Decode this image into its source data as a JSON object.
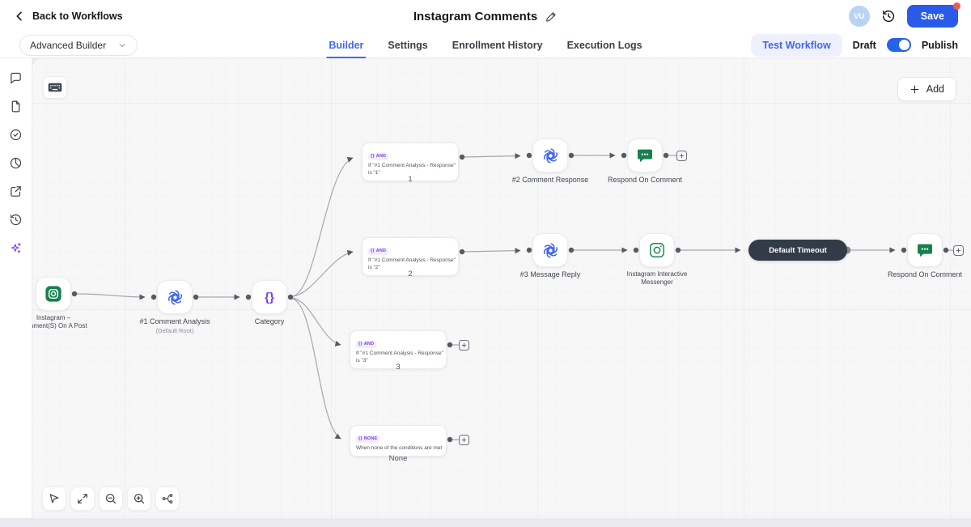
{
  "header": {
    "back_label": "Back to Workflows",
    "title": "Instagram Comments",
    "avatar_initials": "VU",
    "save_label": "Save"
  },
  "toolbar": {
    "builder_mode": "Advanced Builder",
    "tabs": [
      {
        "label": "Builder",
        "active": true
      },
      {
        "label": "Settings",
        "active": false
      },
      {
        "label": "Enrollment History",
        "active": false
      },
      {
        "label": "Execution Logs",
        "active": false
      }
    ],
    "test_workflow_label": "Test Workflow",
    "draft_label": "Draft",
    "publish_label": "Publish",
    "publish_state": "on"
  },
  "sidebar": {
    "icons": [
      "comment-icon",
      "file-icon",
      "check-circle-icon",
      "pie-chart-icon",
      "external-link-icon",
      "history-icon",
      "sparkles-icon"
    ]
  },
  "canvas": {
    "add_button_label": "Add",
    "nodes": {
      "instagram_trigger": {
        "icon": "instagram-icon",
        "label_line1": "Instagram –",
        "label_line2": "Comment(S) On A Post"
      },
      "comment_analysis": {
        "icon": "openai-icon",
        "label": "#1 Comment Analysis",
        "sublabel": "(Default Root)"
      },
      "category": {
        "icon_text": "{}",
        "label": "Category"
      },
      "cond1": {
        "badge_icon": "{}",
        "badge": "AND",
        "line1": "If \"#1 Comment Analysis - Response\"",
        "line2": "is \"1\"",
        "branch_label": "1"
      },
      "cond2": {
        "badge_icon": "{}",
        "badge": "AND",
        "line1": "If \"#1 Comment Analysis - Response\"",
        "line2": "is \"2\"",
        "branch_label": "2"
      },
      "cond3": {
        "badge_icon": "{}",
        "badge": "AND",
        "line1": "If \"#1 Comment Analysis - Response\"",
        "line2": "is \"3\"",
        "branch_label": "3"
      },
      "cond_none": {
        "badge_icon": "{}",
        "badge": "NONE",
        "line1": "When none of the conditions are met",
        "branch_label": "None"
      },
      "comment_response": {
        "icon": "openai-icon",
        "label": "#2 Comment Response"
      },
      "respond_on_comment_1": {
        "icon": "chat-bubble-icon",
        "label": "Respond On Comment"
      },
      "message_reply": {
        "icon": "openai-icon",
        "label": "#3 Message Reply"
      },
      "instagram_messenger": {
        "icon": "instagram-outline-icon",
        "label_line1": "Instagram Interactive",
        "label_line2": "Messenger"
      },
      "default_timeout": {
        "label": "Default Timeout"
      },
      "respond_on_comment_2": {
        "icon": "chat-bubble-icon",
        "label": "Respond On Comment"
      }
    }
  },
  "colors": {
    "accent_blue": "#2a5ae8",
    "tab_active_blue": "#4468f2",
    "purple": "#7a3ff2",
    "green": "#17814d",
    "timeout_dark": "#333b48",
    "edge_gray": "#a3a7ae",
    "dot_gray": "#565b63",
    "notification_red": "#ee5a4f",
    "avatar_blue": "#b9d3f3"
  }
}
